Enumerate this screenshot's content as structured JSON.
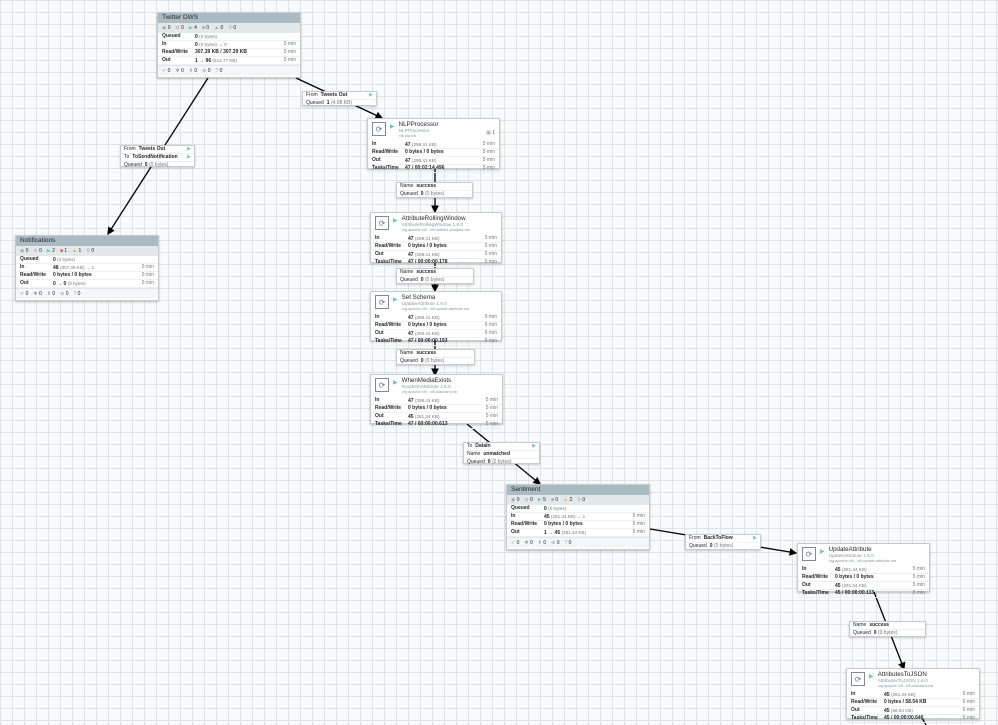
{
  "process_groups": {
    "twitter": {
      "name": "Twitter DWS",
      "stats": {
        "transmitting": "0",
        "not_transmitting": "0",
        "running": "4",
        "stopped": "0",
        "invalid": "0",
        "disabled": "0"
      },
      "queued": {
        "value": "0",
        "detail": "(0 bytes)"
      },
      "in": {
        "value": "0",
        "detail": "(0 bytes) → 0",
        "time": "5 min"
      },
      "read_write": {
        "value": "307.39 KB / 307.39 KB",
        "time": "5 min"
      },
      "out": {
        "value": "1 → 96",
        "detail": "(614.77 KB)",
        "time": "5 min"
      },
      "footer": {
        "up_to_date": "0",
        "locally_modified": "0",
        "stale": "0",
        "modified_stale": "0",
        "sync_failure": "0"
      }
    },
    "notifications": {
      "name": "Notifications",
      "stats": {
        "transmitting": "0",
        "not_transmitting": "0",
        "running": "2",
        "stopped": "1",
        "invalid": "1",
        "disabled": "0"
      },
      "queued": {
        "value": "0",
        "detail": "(0 bytes)"
      },
      "in": {
        "value": "48",
        "detail": "(307.39 KB) → 1",
        "time": "5 min"
      },
      "read_write": {
        "value": "0 bytes / 0 bytes",
        "time": "5 min"
      },
      "out": {
        "value": "0 → 0",
        "detail": "(0 bytes)",
        "time": "5 min"
      },
      "footer": {
        "up_to_date": "0",
        "locally_modified": "0",
        "stale": "0",
        "modified_stale": "0",
        "sync_failure": "0"
      }
    },
    "sentiment": {
      "name": "Sentiment",
      "stats": {
        "transmitting": "0",
        "not_transmitting": "0",
        "running": "5",
        "stopped": "0",
        "invalid": "2",
        "disabled": "0"
      },
      "queued": {
        "value": "0",
        "detail": "(0 bytes)"
      },
      "in": {
        "value": "45",
        "detail": "(291.34 KB) → 1",
        "time": "5 min"
      },
      "read_write": {
        "value": "0 bytes / 0 bytes",
        "time": "5 min"
      },
      "out": {
        "value": "1 → 45",
        "detail": "(291.34 KB)",
        "time": "5 min"
      },
      "footer": {
        "up_to_date": "0",
        "locally_modified": "0",
        "stale": "0",
        "modified_stale": "0",
        "sync_failure": "0"
      }
    }
  },
  "processors": {
    "nlp": {
      "name": "NLPProcessor",
      "type": "NLPProcessor",
      "bundle": "nifi-nlp-nar",
      "task_count": "1",
      "in": {
        "value": "47",
        "detail": "(298.41 KB)",
        "time": "5 min"
      },
      "read_write": {
        "value": "0 bytes / 0 bytes",
        "time": "5 min"
      },
      "out": {
        "value": "47",
        "detail": "(298.41 KB)",
        "time": "5 min"
      },
      "tasks": {
        "value": "47 / 00:02:14.496",
        "time": "5 min"
      }
    },
    "rolling": {
      "name": "AttributeRollingWindow",
      "type": "AttributeRollingWindow 1.6.0",
      "bundle": "org.apache.nifi - nifi-stateful-analysis-nar",
      "in": {
        "value": "47",
        "detail": "(298.41 KB)",
        "time": "5 min"
      },
      "read_write": {
        "value": "0 bytes / 0 bytes",
        "time": "5 min"
      },
      "out": {
        "value": "47",
        "detail": "(298.41 KB)",
        "time": "5 min"
      },
      "tasks": {
        "value": "47 / 00:00:00.178",
        "time": "5 min"
      }
    },
    "schema": {
      "name": "Set Schema",
      "type": "UpdateAttribute 1.6.0",
      "bundle": "org.apache.nifi - nifi-update-attribute-nar",
      "in": {
        "value": "47",
        "detail": "(298.41 KB)",
        "time": "5 min"
      },
      "read_write": {
        "value": "0 bytes / 0 bytes",
        "time": "5 min"
      },
      "out": {
        "value": "47",
        "detail": "(298.41 KB)",
        "time": "5 min"
      },
      "tasks": {
        "value": "47 / 00:00:00.193",
        "time": "5 min"
      }
    },
    "media": {
      "name": "WhenMediaExists",
      "type": "RouteOnAttribute 1.6.0",
      "bundle": "org.apache.nifi - nifi-standard-nar",
      "in": {
        "value": "47",
        "detail": "(298.41 KB)",
        "time": "5 min"
      },
      "read_write": {
        "value": "0 bytes / 0 bytes",
        "time": "5 min"
      },
      "out": {
        "value": "45",
        "detail": "(291.34 KB)",
        "time": "5 min"
      },
      "tasks": {
        "value": "47 / 00:00:00.613",
        "time": "5 min"
      }
    },
    "update": {
      "name": "UpdateAttribute",
      "type": "UpdateAttribute 1.6.0",
      "bundle": "org.apache.nifi - nifi-update-attribute-nar",
      "in": {
        "value": "45",
        "detail": "(291.34 KB)",
        "time": "5 min"
      },
      "read_write": {
        "value": "0 bytes / 0 bytes",
        "time": "5 min"
      },
      "out": {
        "value": "45",
        "detail": "(291.34 KB)",
        "time": "5 min"
      },
      "tasks": {
        "value": "45 / 00:00:00.113",
        "time": "5 min"
      }
    },
    "tojson": {
      "name": "AttributesToJSON",
      "type": "AttributesToJSON 1.6.0",
      "bundle": "org.apache.nifi - nifi-standard-nar",
      "in": {
        "value": "45",
        "detail": "(291.34 KB)",
        "time": "5 min"
      },
      "read_write": {
        "value": "0 bytes / 58.54 KB",
        "time": "5 min"
      },
      "out": {
        "value": "45",
        "detail": "(58.54 KB)",
        "time": "5 min"
      },
      "tasks": {
        "value": "45 / 00:00:00.646",
        "time": "5 min"
      }
    }
  },
  "connections": {
    "tweets_out": {
      "from_label": "From",
      "from": "Tweets Out",
      "queued_label": "Queued",
      "queued": "1",
      "queued_detail": "(4.98 KB)"
    },
    "to_notif": {
      "from_label": "From",
      "from": "Tweets Out",
      "to_label": "To",
      "to": "ToSendNotification",
      "queued_label": "Queued",
      "queued": "0",
      "queued_detail": "(0 bytes)"
    },
    "success1": {
      "name_label": "Name",
      "name": "success",
      "queued_label": "Queued",
      "queued": "0",
      "queued_detail": "(0 bytes)"
    },
    "success2": {
      "name_label": "Name",
      "name": "success",
      "queued_label": "Queued",
      "queued": "0",
      "queued_detail": "(0 bytes)"
    },
    "success3": {
      "name_label": "Name",
      "name": "success",
      "queued_label": "Queued",
      "queued": "0",
      "queued_detail": "(0 bytes)"
    },
    "unmatched": {
      "to_label": "To",
      "to": "DataIn",
      "name_label": "Name",
      "name": "unmatched",
      "queued_label": "Queued",
      "queued": "0",
      "queued_detail": "(0 bytes)"
    },
    "back_to_flow": {
      "from_label": "From",
      "from": "BackToFlow",
      "queued_label": "Queued",
      "queued": "0",
      "queued_detail": "(0 bytes)"
    },
    "success4": {
      "name_label": "Name",
      "name": "success",
      "queued_label": "Queued",
      "queued": "0",
      "queued_detail": "(0 bytes)"
    }
  },
  "labels": {
    "queued": "Queued",
    "in": "In",
    "read_write": "Read/Write",
    "out": "Out",
    "tasks_time": "Tasks/Time"
  },
  "icons": {
    "processor": "processor-icon",
    "running": "play-icon",
    "transmitting": "transmit-icon",
    "stopped": "stop-icon",
    "invalid": "warning-icon",
    "disabled": "disabled-icon"
  },
  "colors": {
    "running": "#7dc7a0",
    "stopped": "#d9534f",
    "invalid": "#f0ad4e",
    "header": "#aabbc3"
  }
}
